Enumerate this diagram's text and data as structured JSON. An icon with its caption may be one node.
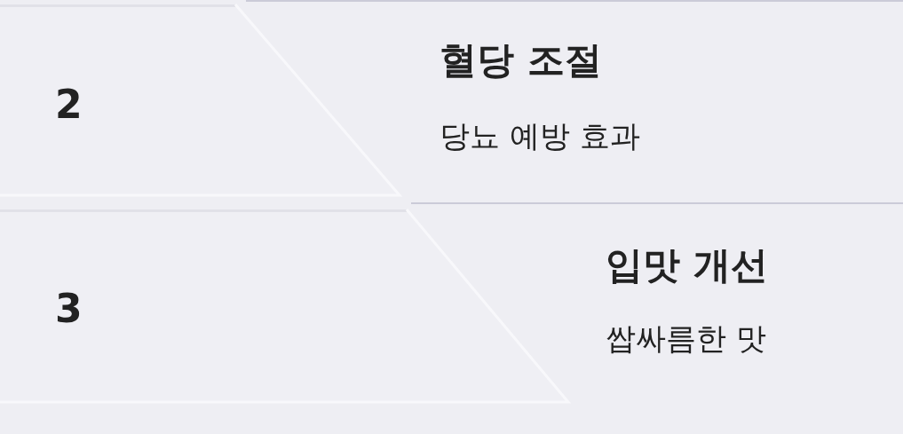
{
  "diagram": {
    "nodes": [
      {
        "text": [
          "2"
        ],
        "beside": [
          "혈당 조절",
          "당뇨 예방 효과"
        ]
      },
      {
        "text": [
          "3"
        ],
        "beside": [
          "입맛 개선",
          "쌉싸름한 맛"
        ]
      }
    ]
  }
}
